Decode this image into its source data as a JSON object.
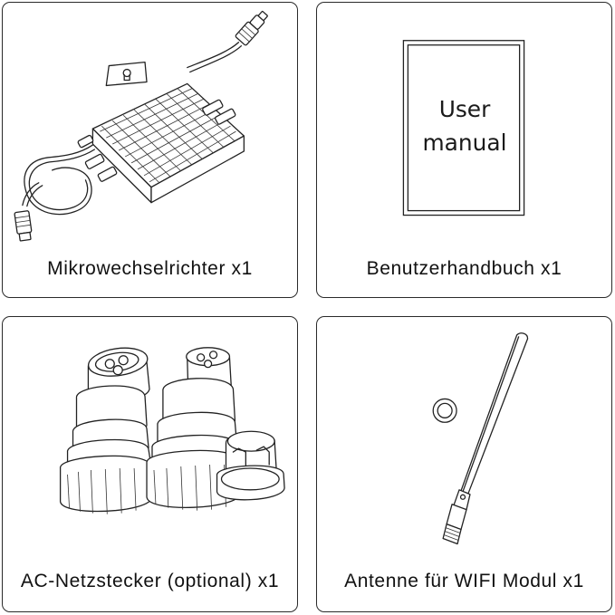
{
  "cards": [
    {
      "caption": "Mikrowechselrichter x1",
      "icon": "microinverter-icon"
    },
    {
      "caption": "Benutzerhandbuch x1",
      "icon": "user-manual-icon",
      "cover_line1": "User",
      "cover_line2": "manual"
    },
    {
      "caption": "AC-Netzstecker (optional) x1",
      "icon": "ac-connectors-icon"
    },
    {
      "caption": "Antenne für WIFI Modul x1",
      "icon": "antenna-icon"
    }
  ]
}
